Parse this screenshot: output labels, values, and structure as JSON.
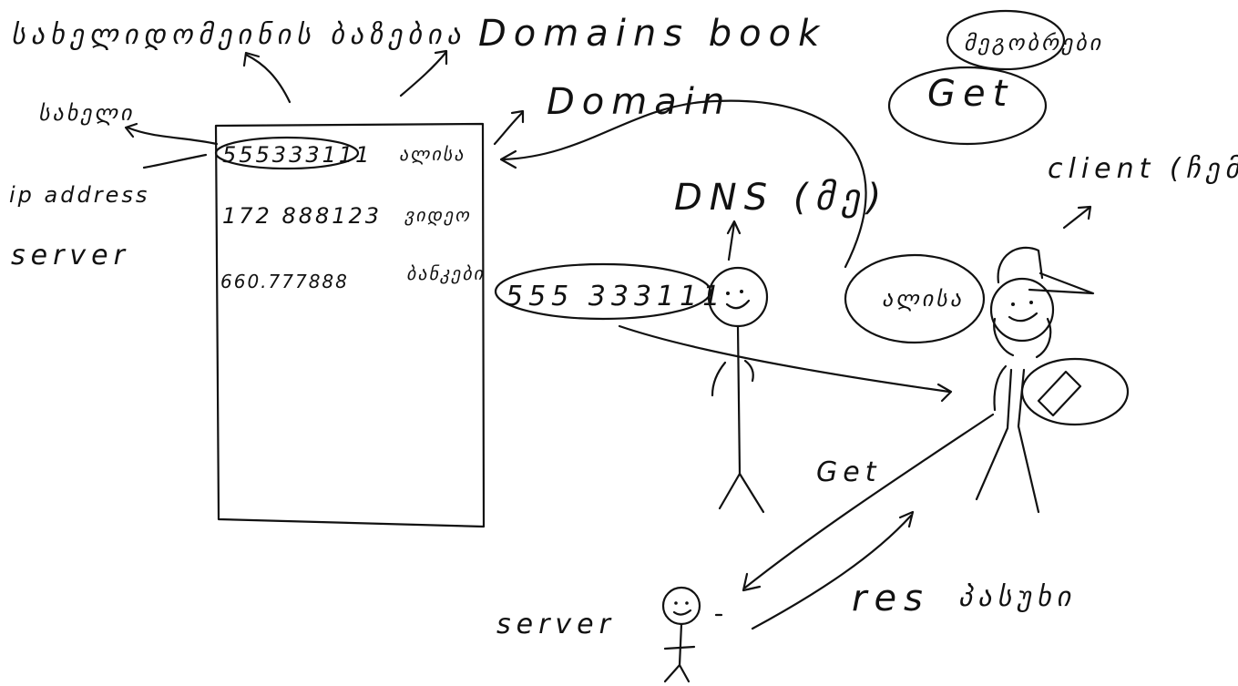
{
  "labels": {
    "title_left": "სახელიდომეინის ბაზებია",
    "domains_book": "Domains book",
    "name_left": "სახელი",
    "ip_address": "ip address",
    "server_left": "server",
    "domain": "Domain",
    "dns": "DNS (მე)",
    "friends": "მეგობრები",
    "get_top": "Get",
    "client": "client (ჩემი)",
    "alisa": "ალისა",
    "get_mid": "Get",
    "server_bottom": "server",
    "res": "res",
    "response_geo": "პასუხი"
  },
  "table": {
    "rows": [
      {
        "ip": "555333111",
        "name": "ალისა"
      },
      {
        "ip": "172 888123",
        "name": "ვიდეო"
      },
      {
        "ip": "660.777888",
        "name": "ბანკები"
      }
    ]
  },
  "dns_bubble": "555 333111"
}
